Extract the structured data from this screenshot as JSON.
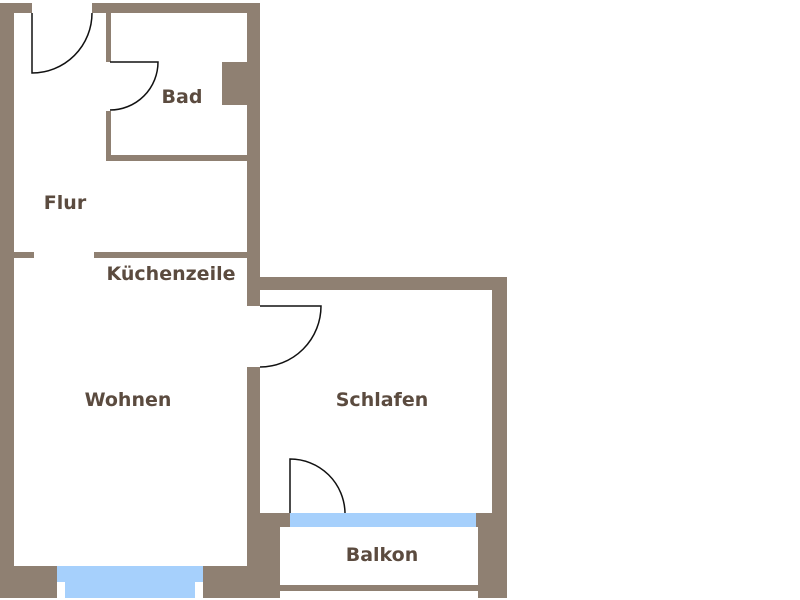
{
  "colors": {
    "wall": "#8f8072",
    "window": "#a6d0fc",
    "label": "#5b4b3f"
  },
  "rooms": {
    "bad": "Bad",
    "flur": "Flur",
    "kuechenzeile": "Küchenzeile",
    "wohnen": "Wohnen",
    "schlafen": "Schlafen",
    "balkon": "Balkon"
  }
}
